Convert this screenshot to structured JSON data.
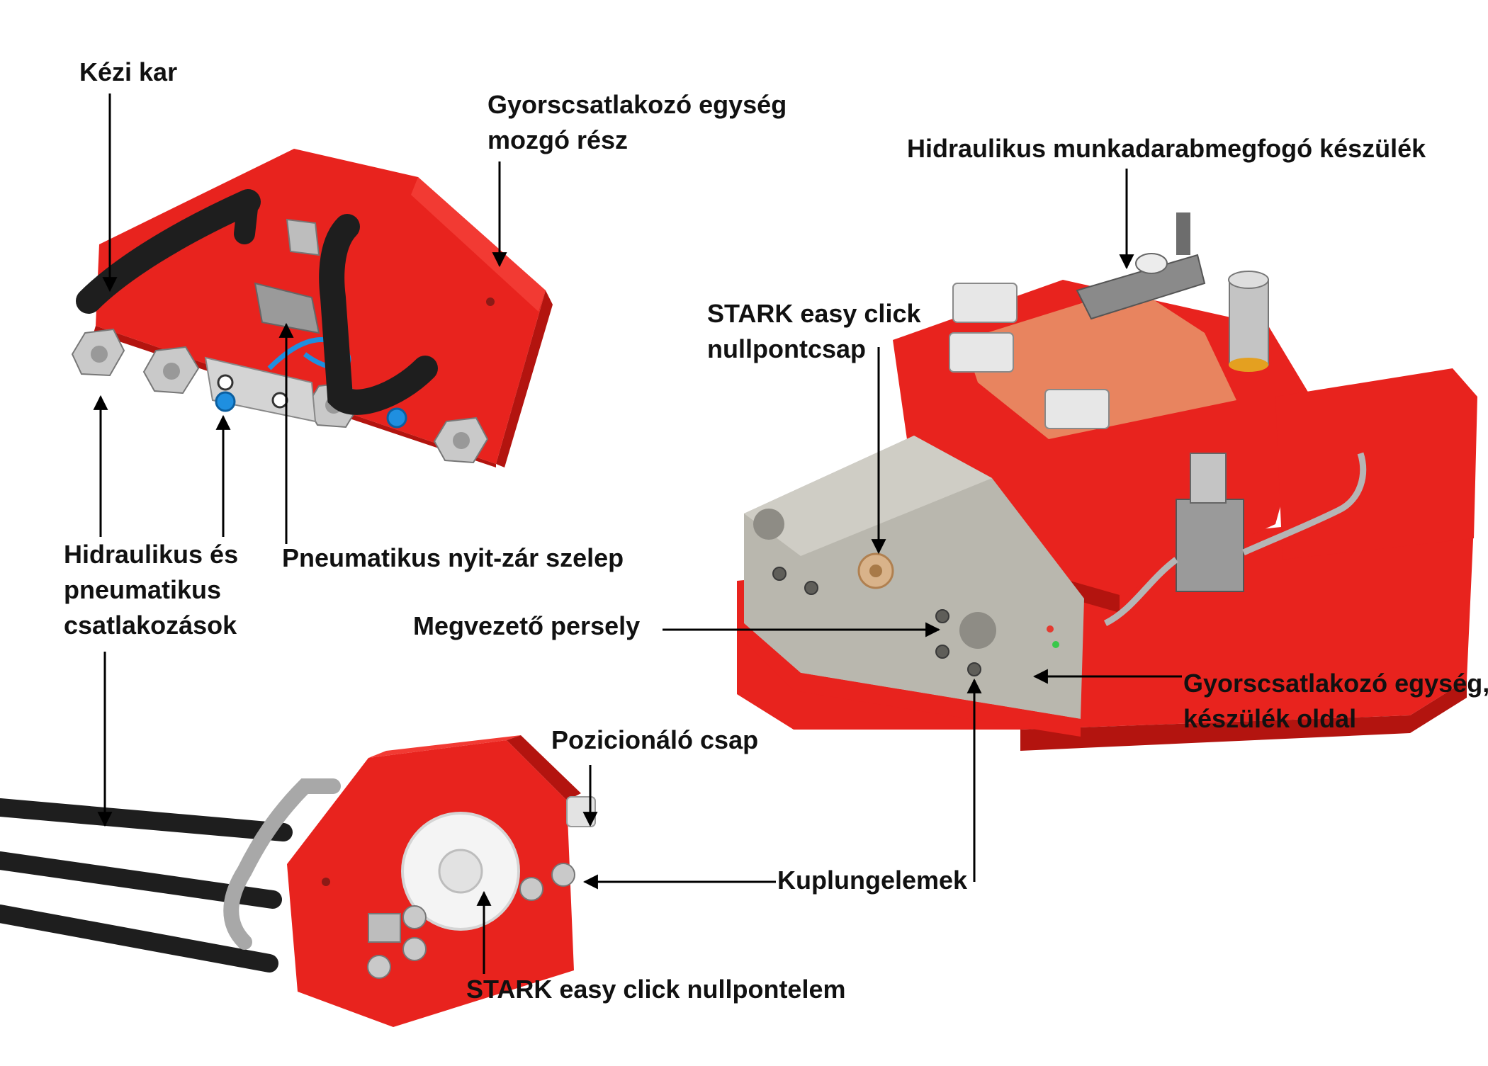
{
  "labels": {
    "kezi_kar": "Kézi kar",
    "gyors_mozgo_1": "Gyorscsatlakozó egység",
    "gyors_mozgo_2": "mozgó rész",
    "hidr_keszulek": "Hidraulikus munkadarabmegfogó készülék",
    "stark_csap_1": "STARK easy click",
    "stark_csap_2": "nullpontcsap",
    "hidr_pneu_1": "Hidraulikus és",
    "hidr_pneu_2": "pneumatikus",
    "hidr_pneu_3": "csatlakozások",
    "pneu_szelep": "Pneumatikus nyit-zár szelep",
    "megvezeto": "Megvezető persely",
    "gyors_keszulek_1": "Gyorscsatlakozó egység,",
    "gyors_keszulek_2": "készülék oldal",
    "poz_csap": "Pozicionáló csap",
    "kuplung": "Kuplungelemek",
    "stark_elem": "STARK easy click nullpontelem"
  },
  "colors": {
    "housing_red": "#e8231e",
    "housing_red_dark": "#b3140f",
    "housing_red_light": "#f23a33",
    "grey_block": "#b9b7ae",
    "hose_black": "#1e1e1e",
    "fitting_silver": "#c9c9c9",
    "pneumatic_blue": "#1f8fe0",
    "plate_orange": "#e8845f",
    "arrow": "#000000"
  }
}
